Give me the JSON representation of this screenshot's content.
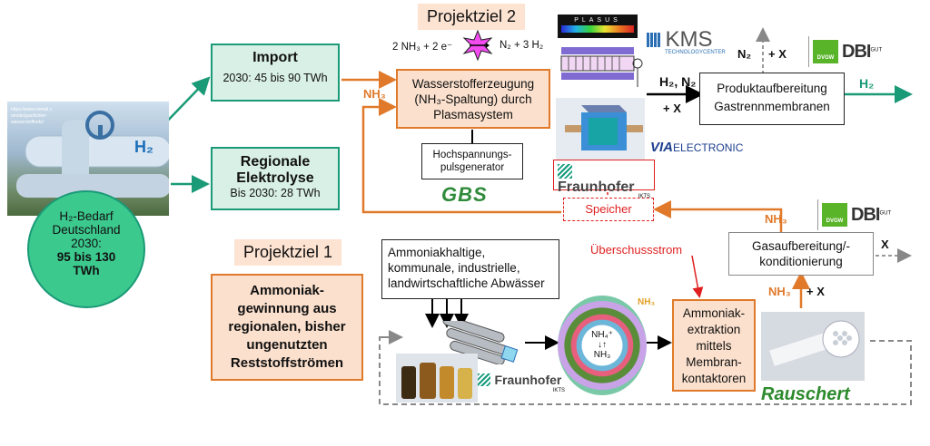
{
  "left": {
    "image_caption_lines": [
      "https://www.ozmall.c",
      "om/de/gas/lichter-",
      "wasserstoffnetz/",
      "..."
    ],
    "h2_badge": "H₂",
    "circle_line1": "H₂-Bedarf",
    "circle_line2": "Deutschland",
    "circle_line3": "2030:",
    "circle_line4": "95 bis 130",
    "circle_line5": "TWh"
  },
  "import_box": {
    "title": "Import",
    "sub": "2030: 45 bis 90 TWh"
  },
  "elektrolyse_box": {
    "title1": "Regionale",
    "title2": "Elektrolyse",
    "sub": "Bis 2030: 28 TWh"
  },
  "projektziel2": "Projektziel 2",
  "projektziel1": "Projektziel 1",
  "reaction": {
    "left": "2 NH₃ + 2 e⁻",
    "right": "N₂ + 3 H₂"
  },
  "wasserstoff_box": {
    "line1": "Wasserstofferzeugung",
    "line2": "(NH₃-Spaltung) durch",
    "line3": "Plasmasystem"
  },
  "nh3_in_label": "NH₃",
  "hochspannung_box": {
    "line1": "Hochspannungs-",
    "line2": "pulsgenerator"
  },
  "logos": {
    "gbs": "GBS",
    "plasus": "PLASUS",
    "kms": "KMS",
    "kms_sub": "TECHNOLOGYCENTER",
    "via": "VIA",
    "via_sub": "ELECTRONIC",
    "fraunhofer": "Fraunhofer",
    "ikts": "IKTS",
    "dbi": "DBI",
    "dbi_sup": "GUT",
    "dvgw": "DVGW",
    "rauschert": "Rauschert"
  },
  "h2n2_label": "H₂, N₂",
  "plus_x_1": "+ X",
  "n2_out": "N₂",
  "plus_x_top": "+ X",
  "produkt_box": {
    "line1": "Produktaufbereitung",
    "line2": "Gastrennmembranen"
  },
  "h2_out": "H₂",
  "speicher": "Speicher",
  "nh3_speicher_label": "NH₃",
  "gas_box": {
    "line1": "Gasaufbereitung/-",
    "line2": "konditionierung"
  },
  "x_out": "X",
  "nh3_up": "NH₃",
  "plus_x_2": "+ X",
  "ammoniak_box": {
    "l1": "Ammoniak-",
    "l2": "gewinnung aus",
    "l3": "regionalen, bisher",
    "l4": "ungenutzten",
    "l5": "Reststoffströmen"
  },
  "abwasser_box": {
    "l1": "Ammoniakhaltige,",
    "l2": "kommunale, industrielle,",
    "l3": "landwirtschaftliche Abwässer"
  },
  "ueberschuss": "Überschussstrom",
  "nh3_small": "NH₃",
  "cell": {
    "nh4": "NH₄⁺",
    "nh3": "NH₃",
    "arrows": "↓↑"
  },
  "extraktion_box": {
    "l1": "Ammoniak-",
    "l2": "extraktion",
    "l3": "mittels",
    "l4": "Membran-",
    "l5": "kontaktoren"
  },
  "colors": {
    "green": "#1a9a77",
    "orange": "#e07a2a",
    "red": "#e02020",
    "grey": "#888888"
  }
}
